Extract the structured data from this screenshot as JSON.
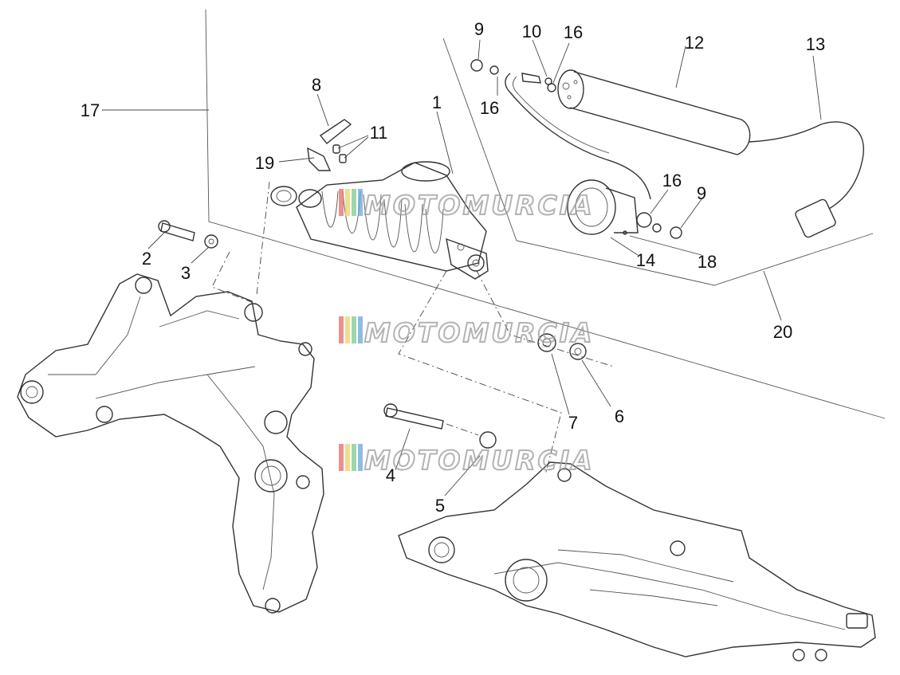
{
  "diagram": {
    "callouts": [
      "1",
      "2",
      "3",
      "4",
      "5",
      "6",
      "7",
      "8",
      "9",
      "9",
      "10",
      "11",
      "12",
      "13",
      "14",
      "16",
      "16",
      "16",
      "17",
      "18",
      "19",
      "20"
    ]
  },
  "watermark": {
    "text": "MOTOMURCIA",
    "stripe_colors": [
      "#e36b6b",
      "#e8d36a",
      "#7fc98a",
      "#6aa7d8"
    ],
    "outline_color": "#9a9a9a"
  },
  "palette": {
    "line": "#333333",
    "background": "#ffffff"
  }
}
